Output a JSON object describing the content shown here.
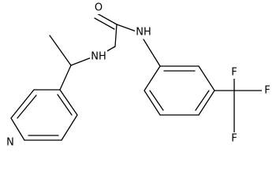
{
  "molecule": {
    "atoms": {
      "O": "O",
      "NH_urea_left": "NH",
      "NH_urea_right": "NH",
      "N_pyridine": "N",
      "F_top": "F",
      "F_right": "F",
      "F_bottom": "F"
    }
  }
}
